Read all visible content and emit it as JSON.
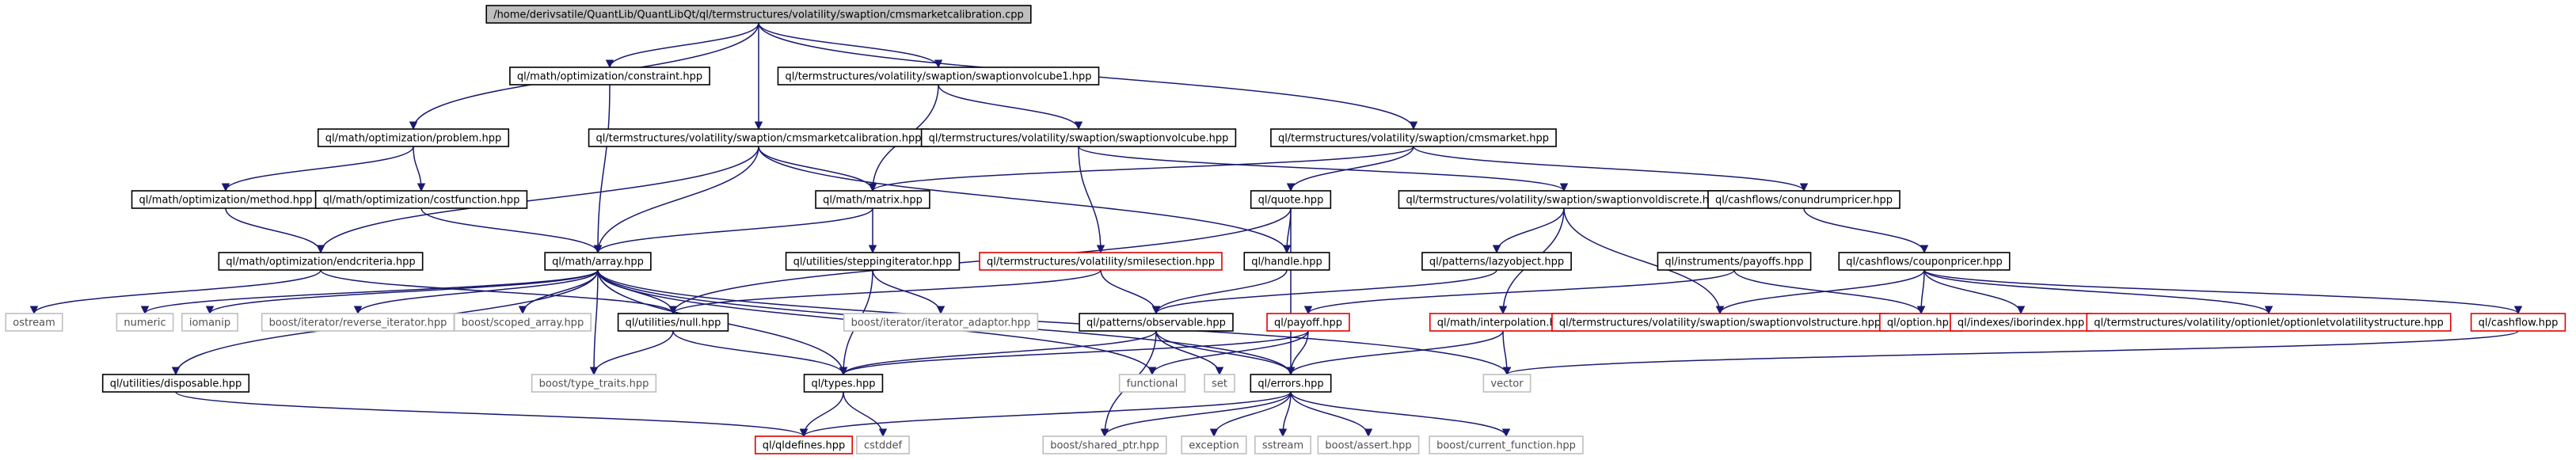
{
  "nodes": [
    {
      "id": "root",
      "label": "/home/derivsatile/QuantLib/QuantLibQt/ql/termstructures/volatility/swaption/cmsmarketcalibration.cpp",
      "kind": "root"
    },
    {
      "id": "constraint",
      "label": "ql/math/optimization/constraint.hpp",
      "kind": "normal"
    },
    {
      "id": "volcube1",
      "label": "ql/termstructures/volatility/swaption/swaptionvolcube1.hpp",
      "kind": "normal"
    },
    {
      "id": "problem",
      "label": "ql/math/optimization/problem.hpp",
      "kind": "normal"
    },
    {
      "id": "cmscal_h",
      "label": "ql/termstructures/volatility/swaption/cmsmarketcalibration.hpp",
      "kind": "normal"
    },
    {
      "id": "volcube",
      "label": "ql/termstructures/volatility/swaption/swaptionvolcube.hpp",
      "kind": "normal"
    },
    {
      "id": "cmsmarket",
      "label": "ql/termstructures/volatility/swaption/cmsmarket.hpp",
      "kind": "normal"
    },
    {
      "id": "method",
      "label": "ql/math/optimization/method.hpp",
      "kind": "normal"
    },
    {
      "id": "costfunction",
      "label": "ql/math/optimization/costfunction.hpp",
      "kind": "normal"
    },
    {
      "id": "matrix",
      "label": "ql/math/matrix.hpp",
      "kind": "normal"
    },
    {
      "id": "quote",
      "label": "ql/quote.hpp",
      "kind": "normal"
    },
    {
      "id": "voldiscrete",
      "label": "ql/termstructures/volatility/swaption/swaptionvoldiscrete.hpp",
      "kind": "normal"
    },
    {
      "id": "conundrum",
      "label": "ql/cashflows/conundrumpricer.hpp",
      "kind": "normal"
    },
    {
      "id": "endcriteria",
      "label": "ql/math/optimization/endcriteria.hpp",
      "kind": "normal"
    },
    {
      "id": "array",
      "label": "ql/math/array.hpp",
      "kind": "normal"
    },
    {
      "id": "stepping",
      "label": "ql/utilities/steppingiterator.hpp",
      "kind": "normal"
    },
    {
      "id": "smilesection",
      "label": "ql/termstructures/volatility/smilesection.hpp",
      "kind": "missing"
    },
    {
      "id": "handle",
      "label": "ql/handle.hpp",
      "kind": "normal"
    },
    {
      "id": "lazyobject",
      "label": "ql/patterns/lazyobject.hpp",
      "kind": "normal"
    },
    {
      "id": "payoffs",
      "label": "ql/instruments/payoffs.hpp",
      "kind": "normal"
    },
    {
      "id": "couponpricer",
      "label": "ql/cashflows/couponpricer.hpp",
      "kind": "normal"
    },
    {
      "id": "ostream",
      "label": "ostream",
      "kind": "system"
    },
    {
      "id": "numeric",
      "label": "numeric",
      "kind": "system"
    },
    {
      "id": "iomanip",
      "label": "iomanip",
      "kind": "system"
    },
    {
      "id": "reverse_it",
      "label": "boost/iterator/reverse_iterator.hpp",
      "kind": "system"
    },
    {
      "id": "scoped_array",
      "label": "boost/scoped_array.hpp",
      "kind": "system"
    },
    {
      "id": "null",
      "label": "ql/utilities/null.hpp",
      "kind": "normal"
    },
    {
      "id": "iter_adaptor",
      "label": "boost/iterator/iterator_adaptor.hpp",
      "kind": "system"
    },
    {
      "id": "observable",
      "label": "ql/patterns/observable.hpp",
      "kind": "normal"
    },
    {
      "id": "payoff",
      "label": "ql/payoff.hpp",
      "kind": "missing"
    },
    {
      "id": "interpolation",
      "label": "ql/math/interpolation.hpp",
      "kind": "missing"
    },
    {
      "id": "volstructure",
      "label": "ql/termstructures/volatility/swaption/swaptionvolstructure.hpp",
      "kind": "missing"
    },
    {
      "id": "option",
      "label": "ql/option.hpp",
      "kind": "missing"
    },
    {
      "id": "iborindex",
      "label": "ql/indexes/iborindex.hpp",
      "kind": "missing"
    },
    {
      "id": "optionletvol",
      "label": "ql/termstructures/volatility/optionlet/optionletvolatilitystructure.hpp",
      "kind": "missing"
    },
    {
      "id": "cashflow",
      "label": "ql/cashflow.hpp",
      "kind": "missing"
    },
    {
      "id": "disposable",
      "label": "ql/utilities/disposable.hpp",
      "kind": "normal"
    },
    {
      "id": "type_traits",
      "label": "boost/type_traits.hpp",
      "kind": "system"
    },
    {
      "id": "types",
      "label": "ql/types.hpp",
      "kind": "normal"
    },
    {
      "id": "functional",
      "label": "functional",
      "kind": "system"
    },
    {
      "id": "set",
      "label": "set",
      "kind": "system"
    },
    {
      "id": "errors",
      "label": "ql/errors.hpp",
      "kind": "normal"
    },
    {
      "id": "vector",
      "label": "vector",
      "kind": "system"
    },
    {
      "id": "qldefines",
      "label": "ql/qldefines.hpp",
      "kind": "missing"
    },
    {
      "id": "cstddef",
      "label": "cstddef",
      "kind": "system"
    },
    {
      "id": "shared_ptr",
      "label": "boost/shared_ptr.hpp",
      "kind": "system"
    },
    {
      "id": "exception",
      "label": "exception",
      "kind": "system"
    },
    {
      "id": "sstream",
      "label": "sstream",
      "kind": "system"
    },
    {
      "id": "assert",
      "label": "boost/assert.hpp",
      "kind": "system"
    },
    {
      "id": "current_function",
      "label": "boost/current_function.hpp",
      "kind": "system"
    }
  ],
  "edges": [
    [
      "root",
      "constraint"
    ],
    [
      "root",
      "volcube1"
    ],
    [
      "root",
      "problem"
    ],
    [
      "root",
      "cmscal_h"
    ],
    [
      "root",
      "cmsmarket"
    ],
    [
      "constraint",
      "array"
    ],
    [
      "volcube1",
      "volcube"
    ],
    [
      "volcube1",
      "matrix"
    ],
    [
      "problem",
      "method"
    ],
    [
      "problem",
      "costfunction"
    ],
    [
      "cmscal_h",
      "endcriteria"
    ],
    [
      "cmscal_h",
      "array"
    ],
    [
      "cmscal_h",
      "matrix"
    ],
    [
      "cmscal_h",
      "handle"
    ],
    [
      "volcube",
      "smilesection"
    ],
    [
      "volcube",
      "voldiscrete"
    ],
    [
      "cmsmarket",
      "matrix"
    ],
    [
      "cmsmarket",
      "quote"
    ],
    [
      "cmsmarket",
      "conundrum"
    ],
    [
      "method",
      "endcriteria"
    ],
    [
      "costfunction",
      "array"
    ],
    [
      "matrix",
      "array"
    ],
    [
      "matrix",
      "stepping"
    ],
    [
      "quote",
      "handle"
    ],
    [
      "quote",
      "null"
    ],
    [
      "quote",
      "errors"
    ],
    [
      "voldiscrete",
      "lazyobject"
    ],
    [
      "voldiscrete",
      "volstructure"
    ],
    [
      "voldiscrete",
      "interpolation"
    ],
    [
      "conundrum",
      "couponpricer"
    ],
    [
      "endcriteria",
      "null"
    ],
    [
      "endcriteria",
      "ostream"
    ],
    [
      "array",
      "numeric"
    ],
    [
      "array",
      "iomanip"
    ],
    [
      "array",
      "reverse_it"
    ],
    [
      "array",
      "scoped_array"
    ],
    [
      "array",
      "null"
    ],
    [
      "array",
      "disposable"
    ],
    [
      "array",
      "types"
    ],
    [
      "array",
      "type_traits"
    ],
    [
      "array",
      "functional"
    ],
    [
      "array",
      "errors"
    ],
    [
      "array",
      "vector"
    ],
    [
      "stepping",
      "iter_adaptor"
    ],
    [
      "stepping",
      "types"
    ],
    [
      "smilesection",
      "observable"
    ],
    [
      "smilesection",
      "null"
    ],
    [
      "handle",
      "observable"
    ],
    [
      "lazyobject",
      "observable"
    ],
    [
      "payoffs",
      "payoff"
    ],
    [
      "payoffs",
      "option"
    ],
    [
      "couponpricer",
      "volstructure"
    ],
    [
      "couponpricer",
      "option"
    ],
    [
      "couponpricer",
      "iborindex"
    ],
    [
      "couponpricer",
      "optionletvol"
    ],
    [
      "couponpricer",
      "cashflow"
    ],
    [
      "null",
      "types"
    ],
    [
      "null",
      "type_traits"
    ],
    [
      "observable",
      "set"
    ],
    [
      "observable",
      "shared_ptr"
    ],
    [
      "observable",
      "errors"
    ],
    [
      "observable",
      "types"
    ],
    [
      "payoff",
      "types"
    ],
    [
      "payoff",
      "functional"
    ],
    [
      "payoff",
      "errors"
    ],
    [
      "interpolation",
      "vector"
    ],
    [
      "interpolation",
      "errors"
    ],
    [
      "cashflow",
      "vector"
    ],
    [
      "disposable",
      "qldefines"
    ],
    [
      "types",
      "qldefines"
    ],
    [
      "types",
      "cstddef"
    ],
    [
      "errors",
      "qldefines"
    ],
    [
      "errors",
      "shared_ptr"
    ],
    [
      "errors",
      "exception"
    ],
    [
      "errors",
      "sstream"
    ],
    [
      "errors",
      "assert"
    ],
    [
      "errors",
      "current_function"
    ]
  ]
}
